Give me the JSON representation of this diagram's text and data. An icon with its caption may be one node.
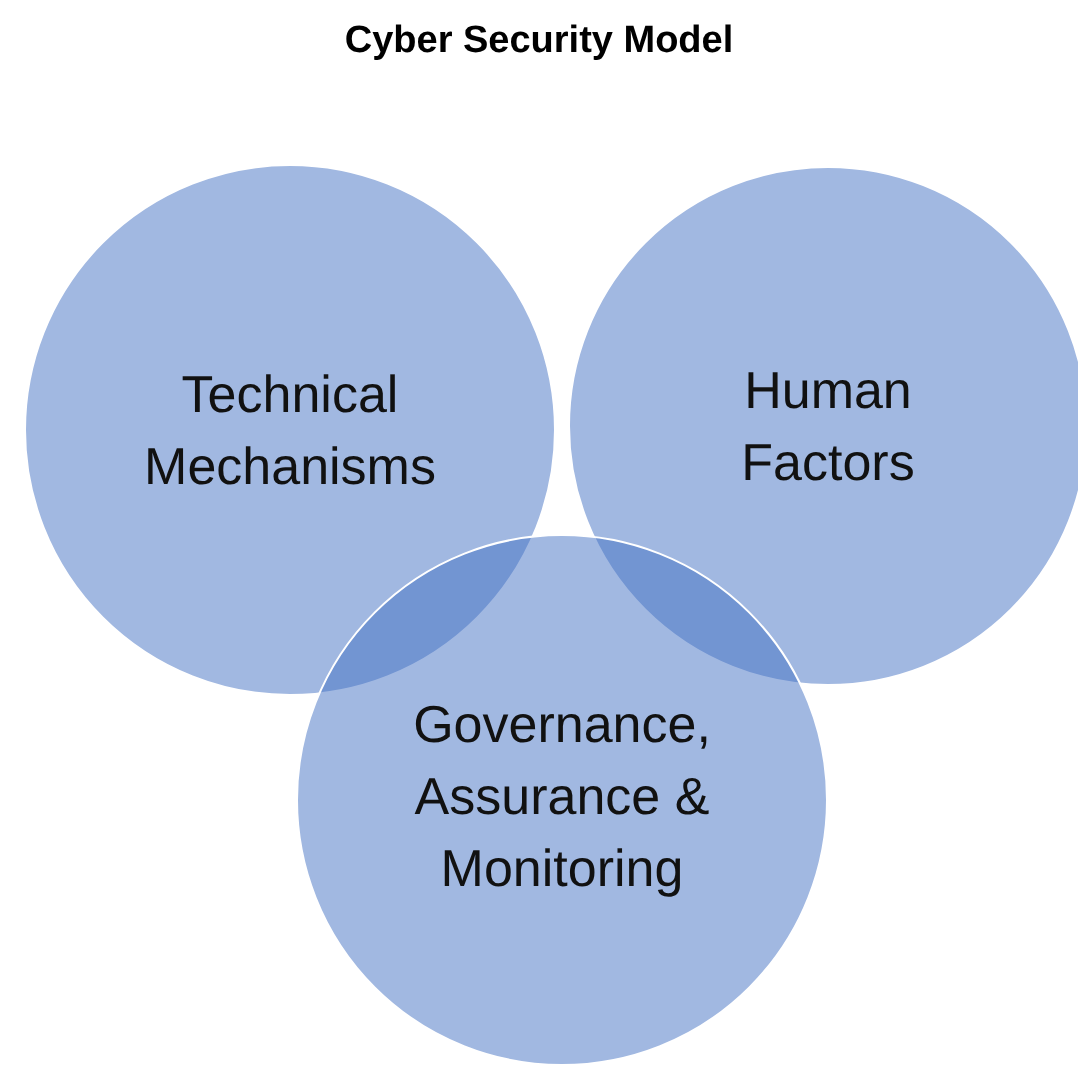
{
  "diagram": {
    "title": "Cyber Security Model",
    "nodes": [
      {
        "text": [
          "Technical Mechanisms"
        ]
      },
      {
        "text": [
          "Human Factors"
        ]
      },
      {
        "text": [
          "Governance, Assurance & Monitoring"
        ]
      }
    ]
  }
}
